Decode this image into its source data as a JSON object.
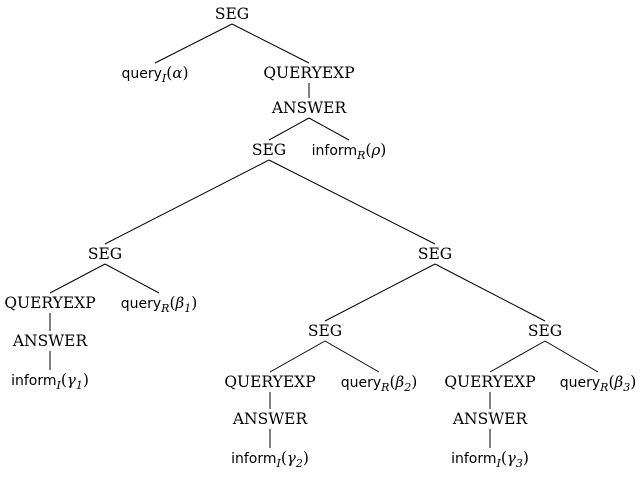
{
  "nodes": {
    "root": {
      "label": "SEG"
    },
    "query_i_alpha": {
      "fn": "query",
      "sub": "I",
      "arg": "α"
    },
    "queryexp_top": {
      "label": "QUERYEXP"
    },
    "answer_top": {
      "label": "ANSWER"
    },
    "seg_mid": {
      "label": "SEG"
    },
    "inform_r_rho": {
      "fn": "inform",
      "sub": "R",
      "arg": "ρ"
    },
    "seg_left": {
      "label": "SEG"
    },
    "seg_right": {
      "label": "SEG"
    },
    "queryexp_left": {
      "label": "QUERYEXP"
    },
    "query_r_beta1": {
      "fn": "query",
      "sub": "R",
      "arg": "β",
      "argsub": "1"
    },
    "answer_left": {
      "label": "ANSWER"
    },
    "inform_i_gamma1": {
      "fn": "inform",
      "sub": "I",
      "arg": "γ",
      "argsub": "1"
    },
    "seg_rl": {
      "label": "SEG"
    },
    "seg_rr": {
      "label": "SEG"
    },
    "queryexp_rl": {
      "label": "QUERYEXP"
    },
    "query_r_beta2": {
      "fn": "query",
      "sub": "R",
      "arg": "β",
      "argsub": "2"
    },
    "answer_rl": {
      "label": "ANSWER"
    },
    "inform_i_gamma2": {
      "fn": "inform",
      "sub": "I",
      "arg": "γ",
      "argsub": "2"
    },
    "queryexp_rr": {
      "label": "QUERYEXP"
    },
    "query_r_beta3": {
      "fn": "query",
      "sub": "R",
      "arg": "β",
      "argsub": "3"
    },
    "answer_rr": {
      "label": "ANSWER"
    },
    "inform_i_gamma3": {
      "fn": "inform",
      "sub": "I",
      "arg": "γ",
      "argsub": "3"
    }
  },
  "edges": [
    [
      "root",
      "query_i_alpha"
    ],
    [
      "root",
      "queryexp_top"
    ],
    [
      "queryexp_top",
      "answer_top"
    ],
    [
      "answer_top",
      "seg_mid"
    ],
    [
      "answer_top",
      "inform_r_rho"
    ],
    [
      "seg_mid",
      "seg_left"
    ],
    [
      "seg_mid",
      "seg_right"
    ],
    [
      "seg_left",
      "queryexp_left"
    ],
    [
      "seg_left",
      "query_r_beta1"
    ],
    [
      "queryexp_left",
      "answer_left"
    ],
    [
      "answer_left",
      "inform_i_gamma1"
    ],
    [
      "seg_right",
      "seg_rl"
    ],
    [
      "seg_right",
      "seg_rr"
    ],
    [
      "seg_rl",
      "queryexp_rl"
    ],
    [
      "seg_rl",
      "query_r_beta2"
    ],
    [
      "queryexp_rl",
      "answer_rl"
    ],
    [
      "answer_rl",
      "inform_i_gamma2"
    ],
    [
      "seg_rr",
      "queryexp_rr"
    ],
    [
      "seg_rr",
      "query_r_beta3"
    ],
    [
      "queryexp_rr",
      "answer_rr"
    ],
    [
      "answer_rr",
      "inform_i_gamma3"
    ]
  ]
}
